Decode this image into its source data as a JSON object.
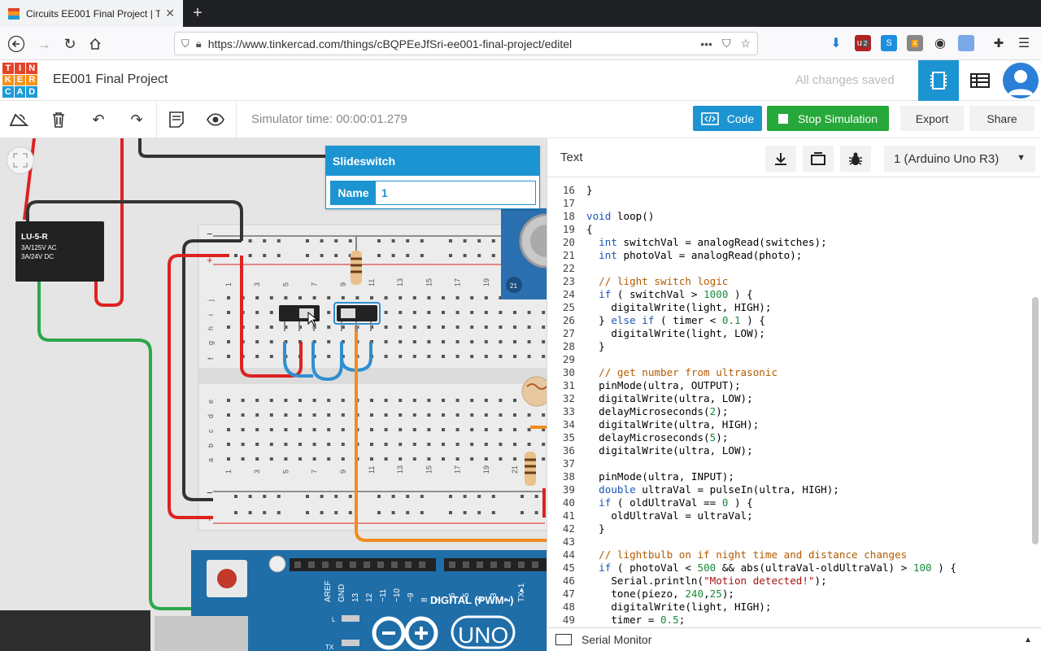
{
  "browser": {
    "tab_title": "Circuits EE001 Final Project | Ti",
    "url": "https://www.tinkercad.com/things/cBQPEeJfSri-ee001-final-project/editel",
    "ext_badges": [
      "2",
      "4"
    ]
  },
  "app": {
    "logo_letters": [
      "T",
      "I",
      "N",
      "K",
      "E",
      "R",
      "C",
      "A",
      "D"
    ],
    "logo_colors": [
      "#e2452b",
      "#e2452b",
      "#e2452b",
      "#f7931e",
      "#f7931e",
      "#f7931e",
      "#1e9ad6",
      "#1e9ad6",
      "#1e9ad6"
    ],
    "project_title": "EE001 Final Project",
    "save_status": "All changes saved"
  },
  "toolbar": {
    "sim_time": "Simulator time: 00:00:01.279",
    "code_label": "Code",
    "stop_label": "Stop Simulation",
    "export_label": "Export",
    "share_label": "Share"
  },
  "inspector": {
    "title": "Slideswitch",
    "name_label": "Name",
    "name_value": "1"
  },
  "canvas_labels": {
    "relay_name": "LU-5-R",
    "relay_line1": "3A/125V AC",
    "relay_line2": "3A/24V  DC",
    "ultrasonic_num": "21",
    "arduino_digital": "DIGITAL (PWM~)",
    "arduino_uno": "UNO",
    "arduino_pins": [
      "AREF",
      "GND",
      "13",
      "12",
      "~11",
      "~10",
      "~9",
      "8",
      "7",
      "~6",
      "~5",
      "4",
      "~3",
      "2",
      "TX▸1"
    ],
    "breadboard_rows_top": [
      "j",
      "i",
      "h",
      "g",
      "f"
    ],
    "breadboard_rows_bottom": [
      "e",
      "d",
      "c",
      "b",
      "a"
    ],
    "breadboard_cols": [
      "1",
      "3",
      "5",
      "7",
      "9",
      "11",
      "13",
      "15",
      "17",
      "19",
      "21"
    ]
  },
  "code_panel": {
    "mode_label": "Text",
    "device": "1 (Arduino Uno R3)",
    "serial_monitor": "Serial Monitor",
    "lines": [
      {
        "n": "16",
        "t": "}"
      },
      {
        "n": "17",
        "t": ""
      },
      {
        "n": "18",
        "t": "void loop()"
      },
      {
        "n": "19",
        "t": "{"
      },
      {
        "n": "20",
        "t": "  int switchVal = analogRead(switches);"
      },
      {
        "n": "21",
        "t": "  int photoVal = analogRead(photo);"
      },
      {
        "n": "22",
        "t": ""
      },
      {
        "n": "23",
        "t": "  // light switch logic"
      },
      {
        "n": "24",
        "t": "  if ( switchVal > 1000 ) {"
      },
      {
        "n": "25",
        "t": "    digitalWrite(light, HIGH);"
      },
      {
        "n": "26",
        "t": "  } else if ( timer < 0.1 ) {"
      },
      {
        "n": "27",
        "t": "    digitalWrite(light, LOW);"
      },
      {
        "n": "28",
        "t": "  }"
      },
      {
        "n": "29",
        "t": ""
      },
      {
        "n": "30",
        "t": "  // get number from ultrasonic"
      },
      {
        "n": "31",
        "t": "  pinMode(ultra, OUTPUT);"
      },
      {
        "n": "32",
        "t": "  digitalWrite(ultra, LOW);"
      },
      {
        "n": "33",
        "t": "  delayMicroseconds(2);"
      },
      {
        "n": "34",
        "t": "  digitalWrite(ultra, HIGH);"
      },
      {
        "n": "35",
        "t": "  delayMicroseconds(5);"
      },
      {
        "n": "36",
        "t": "  digitalWrite(ultra, LOW);"
      },
      {
        "n": "37",
        "t": ""
      },
      {
        "n": "38",
        "t": "  pinMode(ultra, INPUT);"
      },
      {
        "n": "39",
        "t": "  double ultraVal = pulseIn(ultra, HIGH);"
      },
      {
        "n": "40",
        "t": "  if ( oldUltraVal == 0 ) {"
      },
      {
        "n": "41",
        "t": "    oldUltraVal = ultraVal;"
      },
      {
        "n": "42",
        "t": "  }"
      },
      {
        "n": "43",
        "t": ""
      },
      {
        "n": "44",
        "t": "  // lightbulb on if night time and distance changes"
      },
      {
        "n": "45",
        "t": "  if ( photoVal < 500 && abs(ultraVal-oldUltraVal) > 100 ) {"
      },
      {
        "n": "46",
        "t": "    Serial.println(\"Motion detected!\");"
      },
      {
        "n": "47",
        "t": "    tone(piezo, 240,25);"
      },
      {
        "n": "48",
        "t": "    digitalWrite(light, HIGH);"
      },
      {
        "n": "49",
        "t": "    timer = 0.5;"
      }
    ]
  }
}
